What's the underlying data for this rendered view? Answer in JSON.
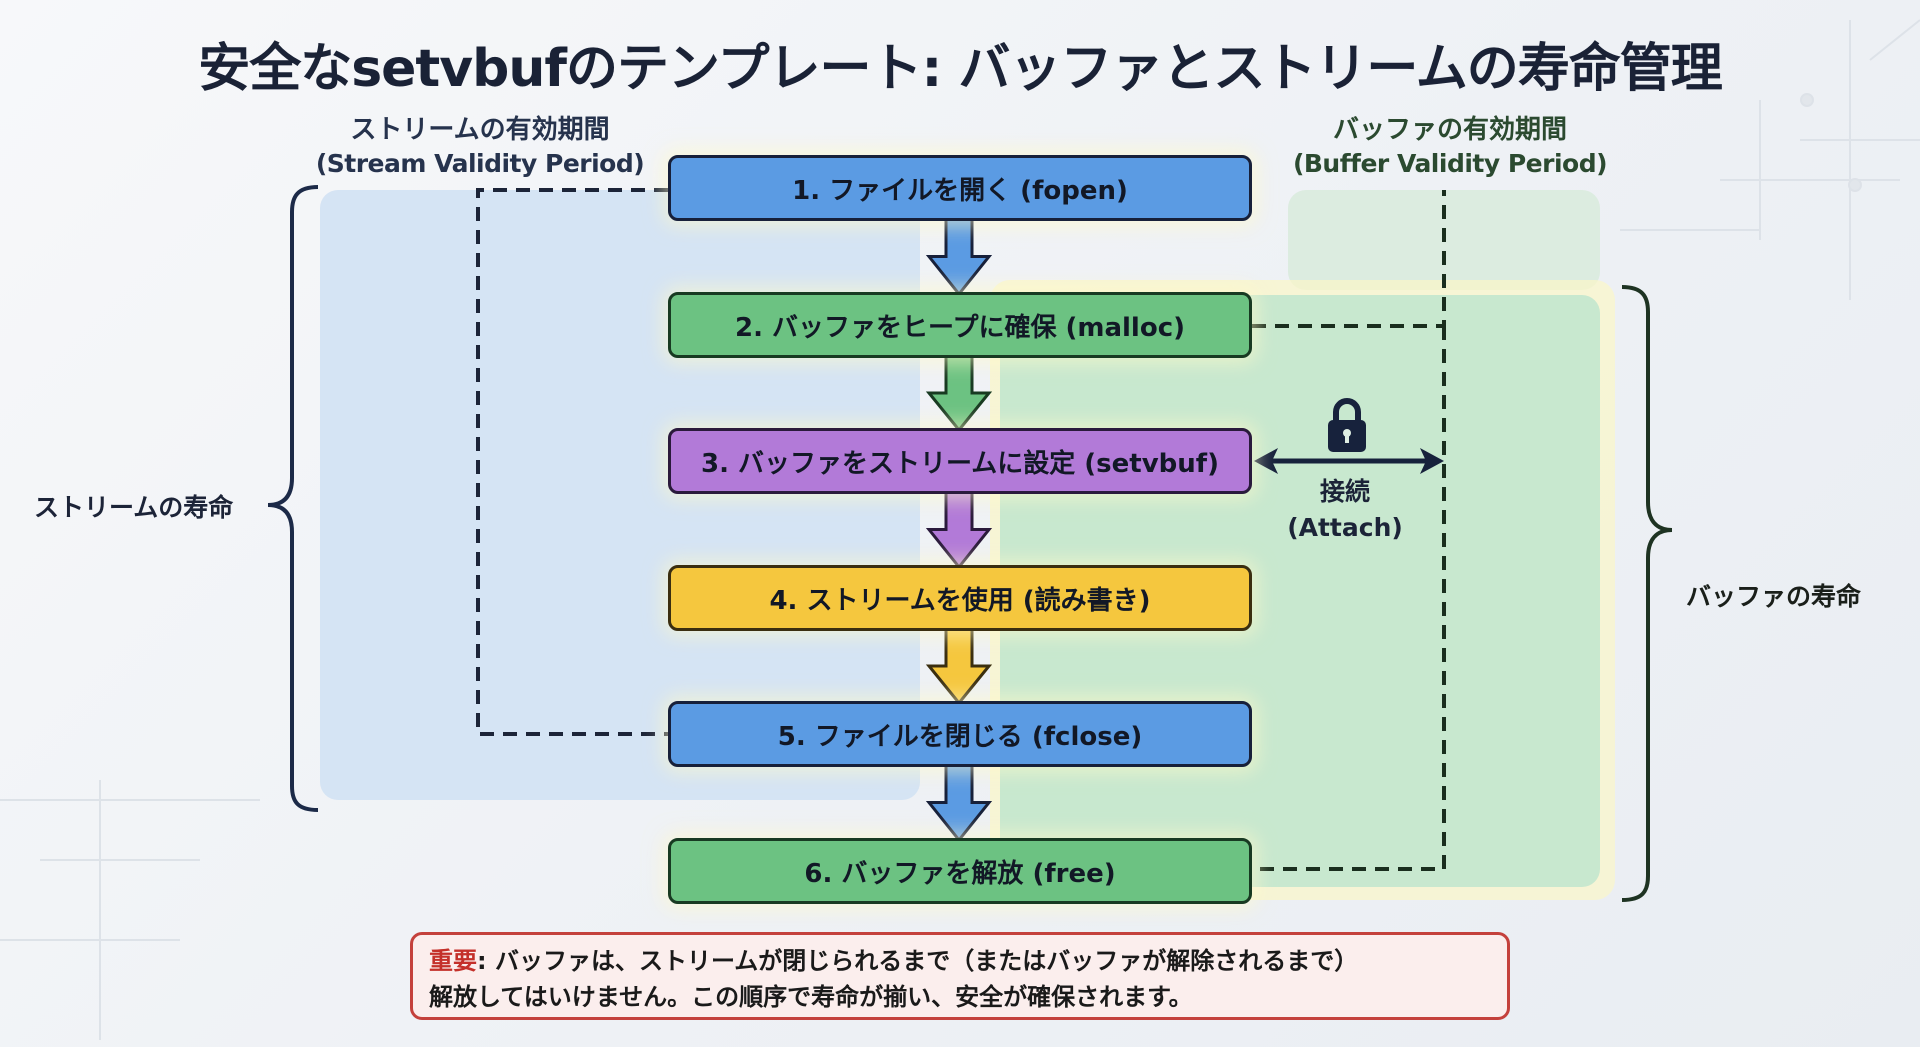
{
  "title": "安全なsetvbufのテンプレート: バッファとストリームの寿命管理",
  "stream_period": {
    "label_ja": "ストリームの有効期間",
    "label_en": "(Stream Validity Period)"
  },
  "buffer_period": {
    "label_ja": "バッファの有効期間",
    "label_en": "(Buffer Validity Period)"
  },
  "stream_lifetime_label": "ストリームの寿命",
  "buffer_lifetime_label": "バッファの寿命",
  "steps": [
    {
      "label": "1. ファイルを開く (fopen)",
      "color": "#5b9be3"
    },
    {
      "label": "2. バッファをヒープに確保 (malloc)",
      "color": "#6cc282"
    },
    {
      "label": "3. バッファをストリームに設定 (setvbuf)",
      "color": "#b27ad8"
    },
    {
      "label": "4. ストリームを使用 (読み書き)",
      "color": "#f5c73e"
    },
    {
      "label": "5. ファイルを閉じる (fclose)",
      "color": "#5b9be3"
    },
    {
      "label": "6. バッファを解放 (free)",
      "color": "#6cc282"
    }
  ],
  "attach": {
    "icon": "lock-icon",
    "label_ja": "接続",
    "label_en": "(Attach)"
  },
  "warning": {
    "highlight": "重要",
    "line1": ": バッファは、ストリームが閉じられるまで（またはバッファが解除されるまで）",
    "line2": "解放してはいけません。この順序で寿命が揃い、安全が確保されます。",
    "accent_color": "#c4413c"
  },
  "colors": {
    "stream_region": "#d3e3f3",
    "buffer_region": "#c8e8cf",
    "dark": "#1a2236"
  }
}
